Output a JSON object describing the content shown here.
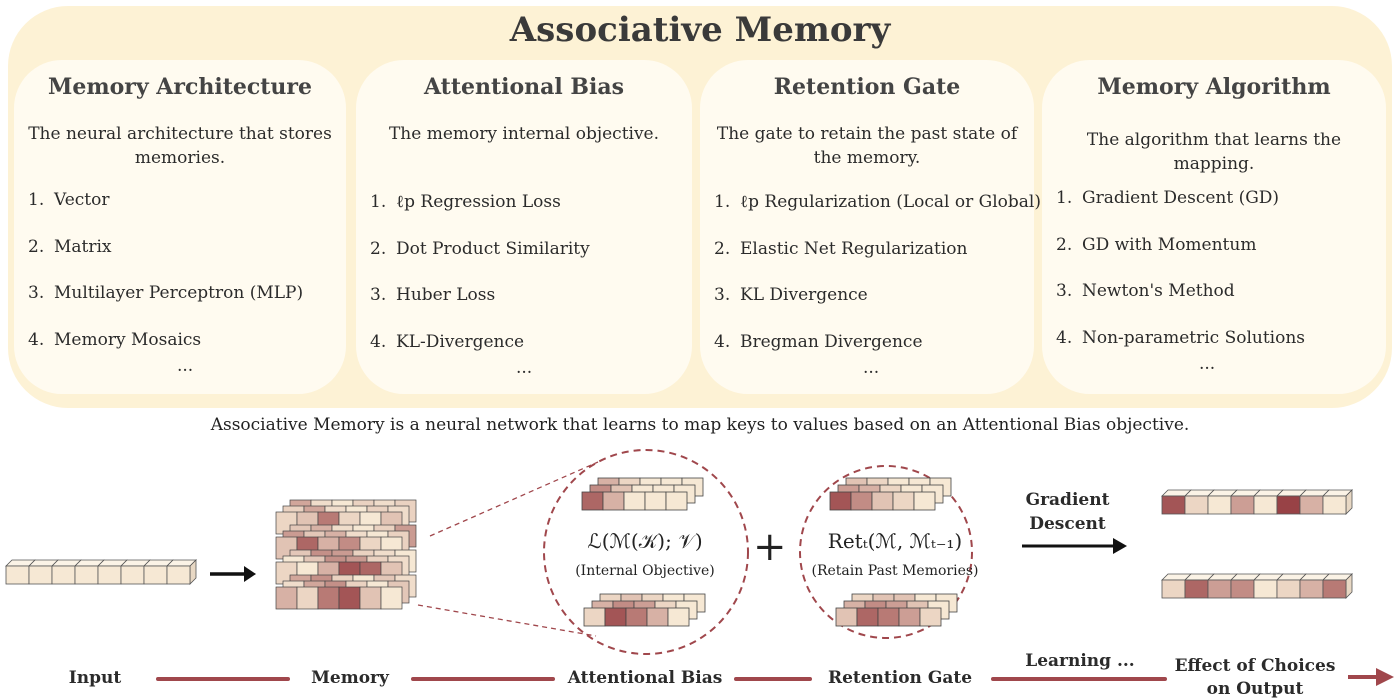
{
  "title": "Associative Memory",
  "columns": [
    {
      "title": "Memory Architecture",
      "description": "The neural architecture that stores memories.",
      "items": [
        "1.|Vector",
        "2.|Matrix",
        "3.|Multilayer Perceptron (MLP)",
        "4.|Memory Mosaics"
      ],
      "more": "..."
    },
    {
      "title": "Attentional Bias",
      "description": "The memory internal objective.",
      "items": [
        "1.|ℓp Regression Loss",
        "2.|Dot Product Similarity",
        "3.|Huber Loss",
        "4.|KL-Divergence"
      ],
      "more": "..."
    },
    {
      "title": "Retention Gate",
      "description": "The gate to retain the past state of the memory.",
      "items": [
        "1.|ℓp Regularization (Local or Global)",
        "2.|Elastic Net Regularization",
        "3.|KL Divergence",
        "4.|Bregman Divergence"
      ],
      "more": "..."
    },
    {
      "title": "Memory Algorithm",
      "description": "The algorithm that learns the mapping.",
      "items": [
        "1.|Gradient Descent (GD)",
        "2.|GD with Momentum",
        "3.|Newton's Method",
        "4.|Non-parametric Solutions"
      ],
      "more": "..."
    }
  ],
  "caption": "Associative Memory is a neural network that learns to map keys to values based on an Attentional Bias objective.",
  "diagram": {
    "objective_formula": "ℒ(ℳ(𝒦); 𝒱)",
    "objective_note": "(Internal Objective)",
    "plus": "+",
    "retention_formula": "Retₜ(ℳ, ℳₜ₋₁)",
    "retention_note": "(Retain Past Memories)",
    "algorithm_label_1": "Gradient",
    "algorithm_label_2": "Descent"
  },
  "pipeline": {
    "input": "Input",
    "memory": "Memory",
    "attentional_bias": "Attentional Bias",
    "retention_gate": "Retention Gate",
    "learning": "Learning ...",
    "effect_1": "Effect of Choices",
    "effect_2": "on Output"
  },
  "colors": {
    "panel_bg": "#fdf2d5",
    "card_bg": "#fffbf0",
    "accent": "#a0474c",
    "cell_light": "#f6e8d4",
    "cell_dark": "#8e3036"
  }
}
